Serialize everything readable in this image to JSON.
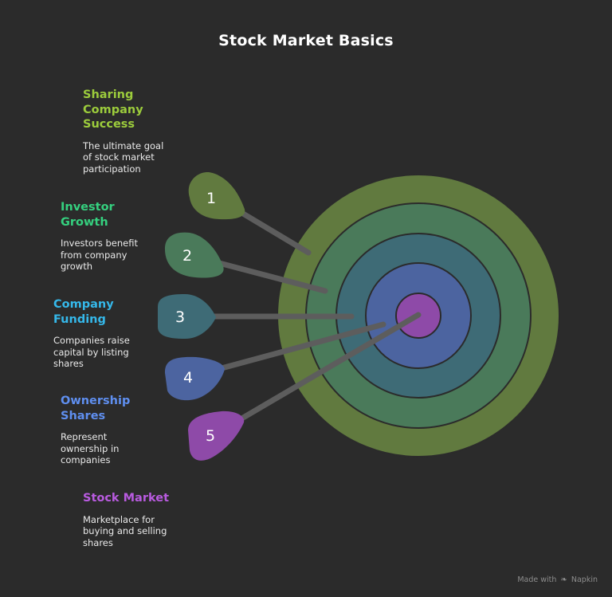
{
  "title": "Stock Market Basics",
  "colors": {
    "background": "#2b2b2b",
    "ring1": "#617a3f",
    "ring2": "#4a7a5a",
    "ring3": "#3e6b76",
    "ring4": "#4c64a0",
    "ring5": "#8e4aa8",
    "head1": "#9ccc3c",
    "head2": "#35d07f",
    "head3": "#35b8ea",
    "head4": "#5f8ff0",
    "head5": "#b95be0",
    "arrow": "#5d5d5d"
  },
  "items": [
    {
      "number": "1",
      "heading": "Sharing\nCompany\nSuccess",
      "description": "The ultimate goal\nof stock market\nparticipation"
    },
    {
      "number": "2",
      "heading": "Investor\nGrowth",
      "description": "Investors benefit\nfrom company\ngrowth"
    },
    {
      "number": "3",
      "heading": "Company\nFunding",
      "description": "Companies raise\ncapital by listing\nshares"
    },
    {
      "number": "4",
      "heading": "Ownership\nShares",
      "description": "Represent\nownership in\ncompanies"
    },
    {
      "number": "5",
      "heading": "Stock Market",
      "description": "Marketplace for\nbuying and selling\nshares"
    }
  ],
  "footer": {
    "prefix": "Made with",
    "logo_icon": "napkin-logo-icon",
    "brand": "Napkin"
  }
}
